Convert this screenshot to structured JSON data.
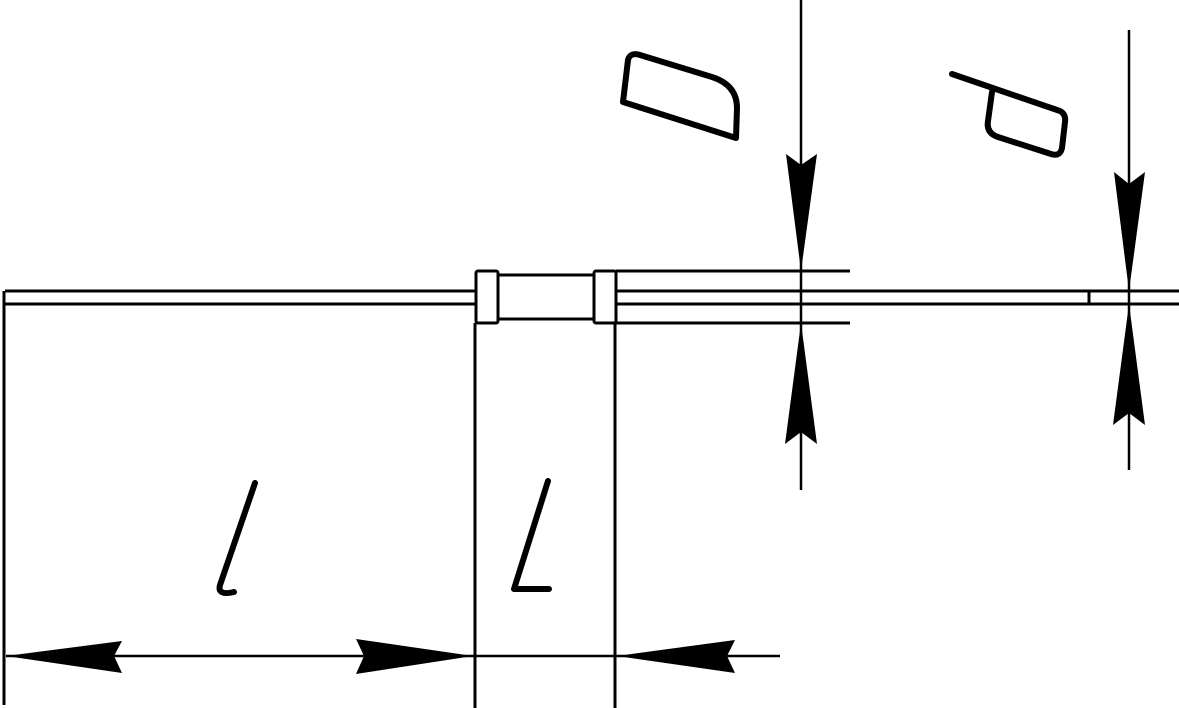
{
  "labels": {
    "length_small": "l",
    "length_large": "L",
    "diameter_large": "D",
    "diameter_small": "d"
  },
  "colors": {
    "line": "#000000",
    "background": "#ffffff"
  }
}
